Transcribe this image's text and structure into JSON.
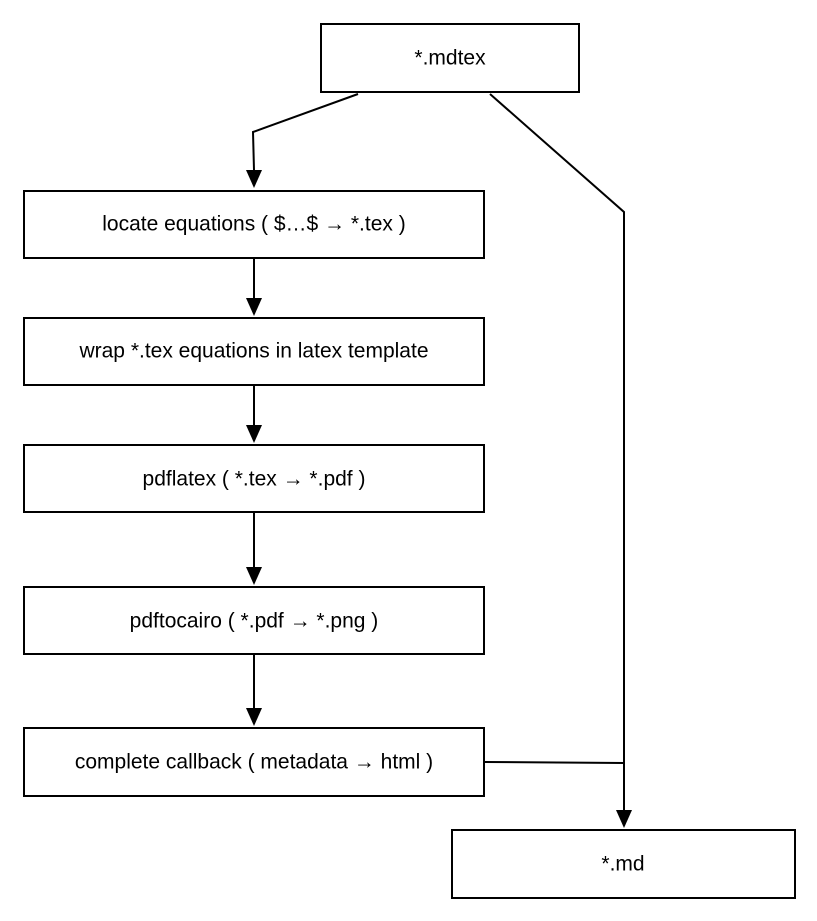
{
  "diagram": {
    "nodes": {
      "mdtex": "*.mdtex",
      "locate": "locate equations ( $…$ → *.tex )",
      "wrap": "wrap *.tex equations in latex template",
      "pdflatex": "pdflatex ( *.tex → *.pdf )",
      "pdftocairo": "pdftocairo ( *.pdf → *.png )",
      "callback": "complete callback ( metadata → html )",
      "md": "*.md"
    }
  }
}
